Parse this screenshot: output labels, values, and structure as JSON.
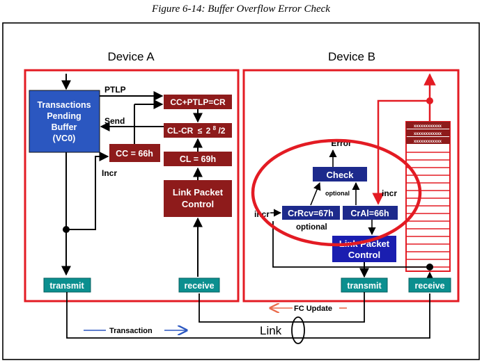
{
  "caption": "Figure 6-14: Buffer Overflow Error Check",
  "device_a": {
    "title": "Device A",
    "tpb_lines": [
      "Transactions",
      "Pending",
      "Buffer",
      "(VC0)"
    ],
    "ptlp_label": "PTLP",
    "send_label": "Send",
    "incr_label": "Incr",
    "cc_ptlp_cr": "CC+PTLP=CR",
    "cl_cr_prefix": "CL-CR",
    "cl_cr_le": "≤",
    "cl_cr_base": "2",
    "cl_cr_exp": "8",
    "cl_cr_suffix": "/2",
    "cc_box": "CC = 66h",
    "cl_box": "CL = 69h",
    "lpc_lines": [
      "Link Packet",
      "Control"
    ],
    "transmit": "transmit",
    "receive": "receive"
  },
  "device_b": {
    "title": "Device B",
    "error_label": "Error",
    "check_box": "Check",
    "optional_upper": "optional",
    "optional_lower": "optional",
    "crrcv_box": "CrRcv=67h",
    "cral_box": "CrAl=66h",
    "incr_left": "incr",
    "incr_right": "incr",
    "lpc_lines": [
      "Link Packet",
      "Control"
    ],
    "transmit": "transmit",
    "receive": "receive",
    "buffer_fill_text": "xxxxxxxxxxxx"
  },
  "bottom": {
    "transaction_label": "Transaction",
    "fc_update_label": "FC Update",
    "link_label": "Link"
  },
  "colors": {
    "red": "#e31b23",
    "dark_red": "#8e1b1b",
    "blue": "#2b57c0",
    "navy": "#1d2a8c",
    "teal": "#0b8f8f"
  }
}
